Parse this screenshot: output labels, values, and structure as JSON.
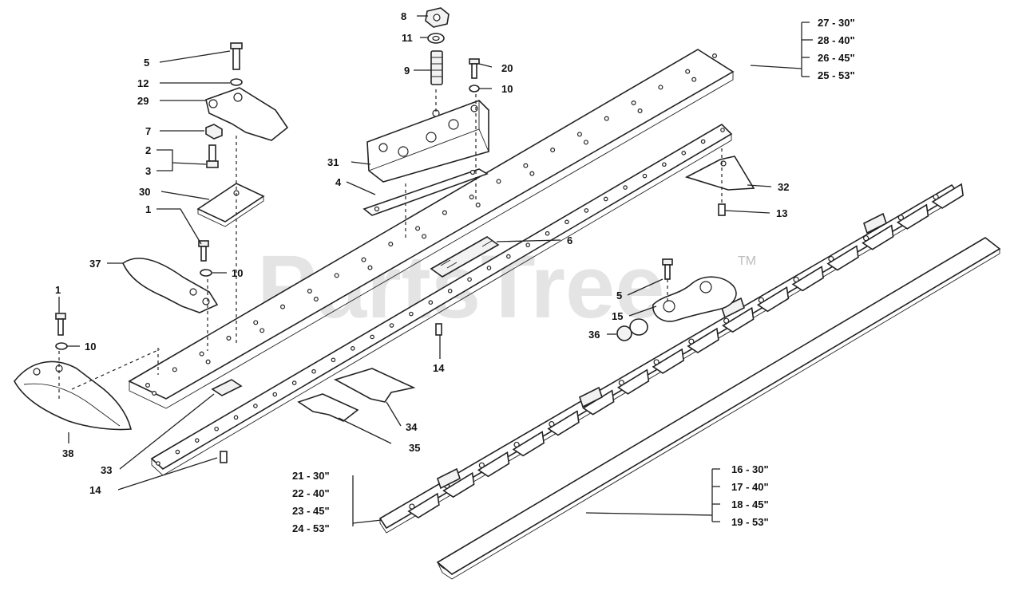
{
  "watermark": {
    "brand": "PartsTree",
    "trademark": "TM"
  },
  "callouts": [
    {
      "id": "c8",
      "label": "8"
    },
    {
      "id": "c11",
      "label": "11"
    },
    {
      "id": "c9",
      "label": "9"
    },
    {
      "id": "c20",
      "label": "20"
    },
    {
      "id": "c10a",
      "label": "10"
    },
    {
      "id": "c5a",
      "label": "5"
    },
    {
      "id": "c12",
      "label": "12"
    },
    {
      "id": "c29",
      "label": "29"
    },
    {
      "id": "c7",
      "label": "7"
    },
    {
      "id": "c2",
      "label": "2"
    },
    {
      "id": "c3",
      "label": "3"
    },
    {
      "id": "c30",
      "label": "30"
    },
    {
      "id": "c1a",
      "label": "1"
    },
    {
      "id": "c10b",
      "label": "10"
    },
    {
      "id": "c37",
      "label": "37"
    },
    {
      "id": "c1b",
      "label": "1"
    },
    {
      "id": "c10c",
      "label": "10"
    },
    {
      "id": "c38",
      "label": "38"
    },
    {
      "id": "c31",
      "label": "31"
    },
    {
      "id": "c4",
      "label": "4"
    },
    {
      "id": "c6",
      "label": "6"
    },
    {
      "id": "c32",
      "label": "32"
    },
    {
      "id": "c13",
      "label": "13"
    },
    {
      "id": "c5b",
      "label": "5"
    },
    {
      "id": "c15",
      "label": "15"
    },
    {
      "id": "c36",
      "label": "36"
    },
    {
      "id": "c14a",
      "label": "14"
    },
    {
      "id": "c34",
      "label": "34"
    },
    {
      "id": "c35",
      "label": "35"
    },
    {
      "id": "c33",
      "label": "33"
    },
    {
      "id": "c14b",
      "label": "14"
    }
  ],
  "size_groups": [
    {
      "id": "top-right",
      "items": [
        "27 - 30\"",
        "28 - 40\"",
        "26 - 45\"",
        "25 - 53\""
      ]
    },
    {
      "id": "bottom-left",
      "items": [
        "21 - 30\"",
        "22 - 40\"",
        "23 - 45\"",
        "24 - 53\""
      ]
    },
    {
      "id": "bottom-right",
      "items": [
        "16 - 30\"",
        "17 - 40\"",
        "18 - 45\"",
        "19 - 53\""
      ]
    }
  ]
}
